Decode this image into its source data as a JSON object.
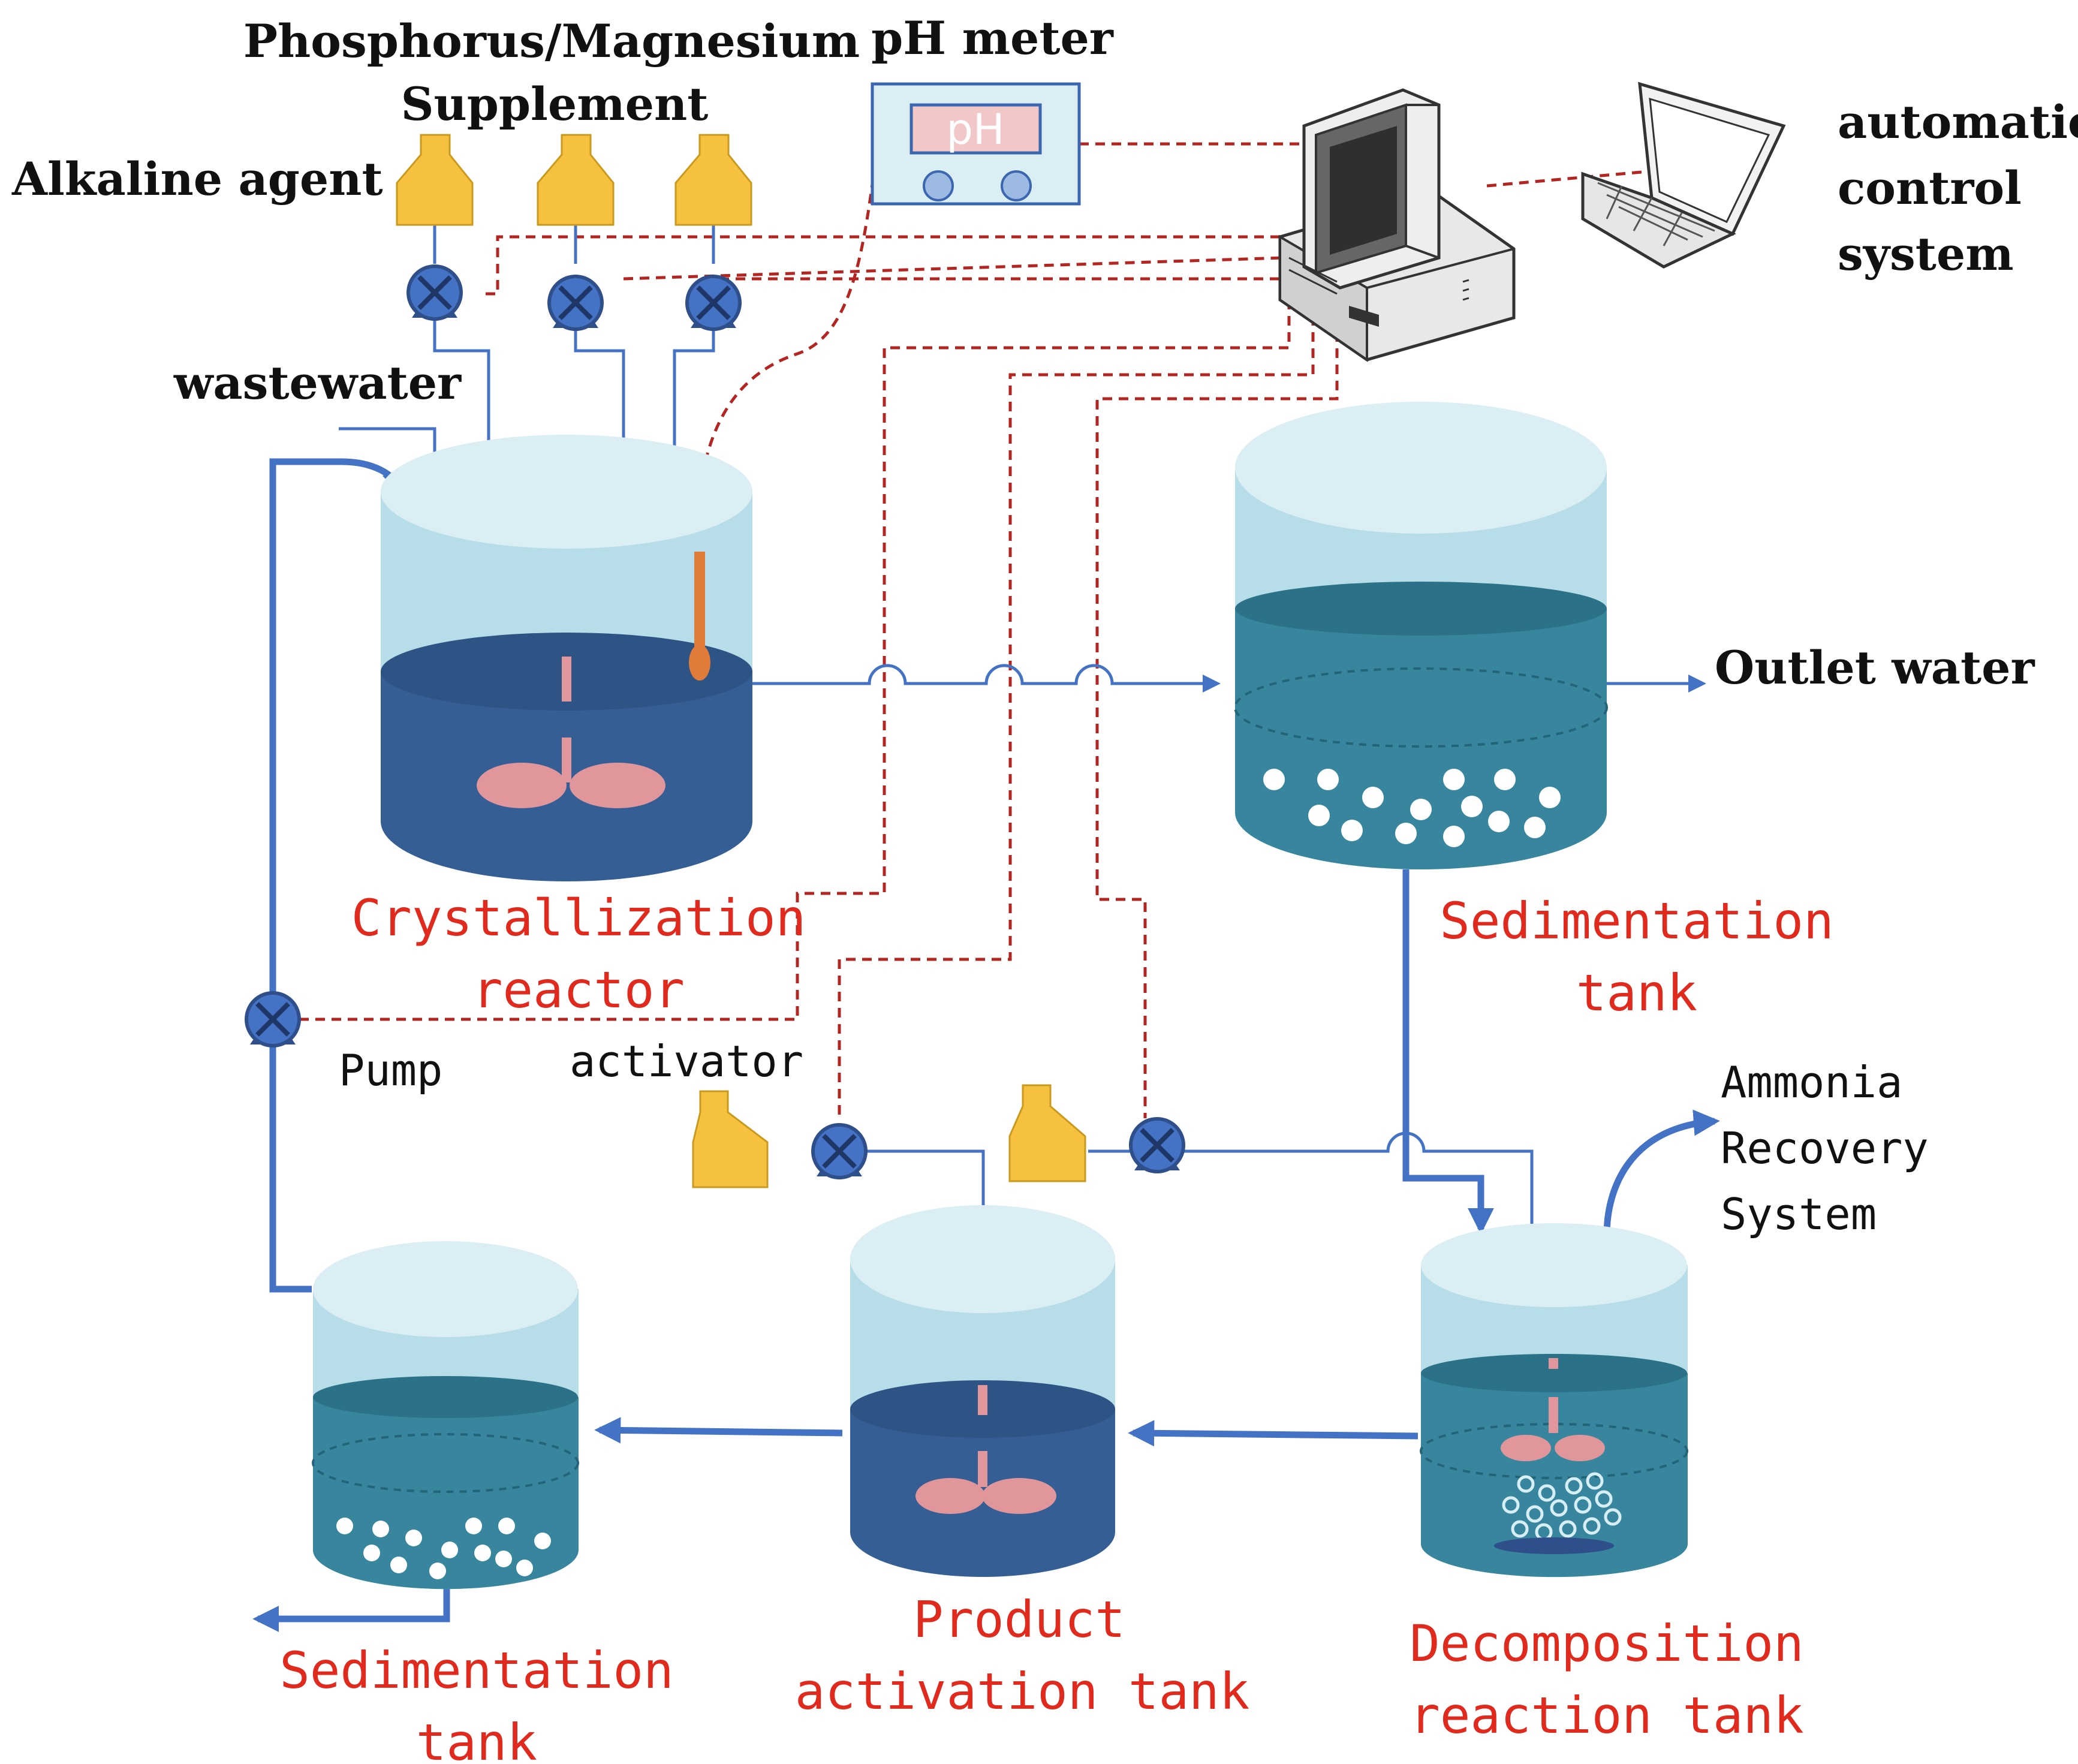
{
  "labels": {
    "phosphorus_magnesium_1": "Phosphorus/Magnesium",
    "phosphorus_magnesium_2": "Supplement",
    "ph_meter": "pH meter",
    "ph_display": "pH",
    "alkaline_agent": "Alkaline agent",
    "automatic_1": "automatic",
    "automatic_2": "control",
    "automatic_3": "system",
    "wastewater": "wastewater",
    "outlet_water": "Outlet water",
    "crystallization_1": "Crystallization",
    "crystallization_2": "reactor",
    "sedimentation_top_1": "Sedimentation",
    "sedimentation_top_2": "tank",
    "pump": "Pump",
    "activator": "activator",
    "ammonia_1": "Ammonia",
    "ammonia_2": "Recovery",
    "ammonia_3": "System",
    "product_1": "Product",
    "product_2": "activation tank",
    "decomposition_1": "Decomposition",
    "decomposition_2": "reaction tank",
    "sedimentation_bottom_1": "Sedimentation",
    "sedimentation_bottom_2": "tank"
  },
  "colors": {
    "tank_top": "#daeef3",
    "tank_body": "#b7dde8",
    "liquid_dark": "#355f94",
    "liquid_teal": "#37869e",
    "bottle": "#f5c13e",
    "pump_fill": "#4472c4",
    "impeller": "#e0969a",
    "pipe": "#4472c4",
    "control_line": "#b22520",
    "red_text": "#e02a1e"
  }
}
